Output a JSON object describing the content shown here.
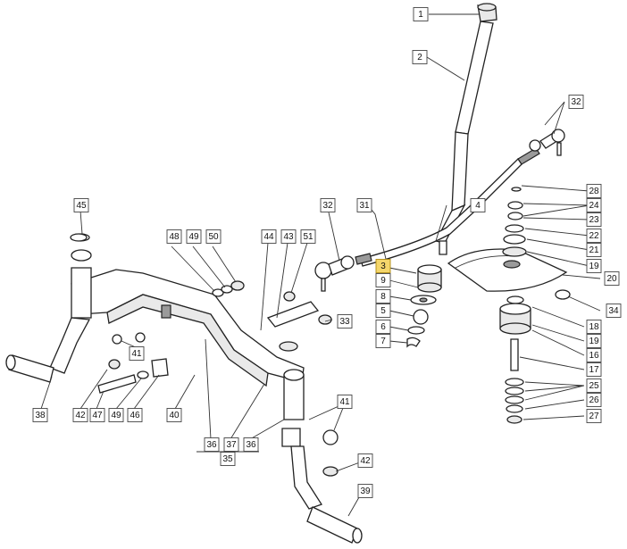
{
  "highlighted": "3",
  "highlight_color": "#f4d66b",
  "labels": [
    "1",
    "2",
    "3",
    "4",
    "5",
    "6",
    "7",
    "8",
    "9",
    "16",
    "17",
    "18",
    "19",
    "19",
    "20",
    "21",
    "22",
    "23",
    "24",
    "25",
    "26",
    "27",
    "28",
    "31",
    "32",
    "32",
    "33",
    "34",
    "35",
    "36",
    "36",
    "37",
    "38",
    "39",
    "40",
    "41",
    "41",
    "42",
    "42",
    "43",
    "44",
    "45",
    "46",
    "47",
    "48",
    "49",
    "49",
    "50",
    "51"
  ]
}
